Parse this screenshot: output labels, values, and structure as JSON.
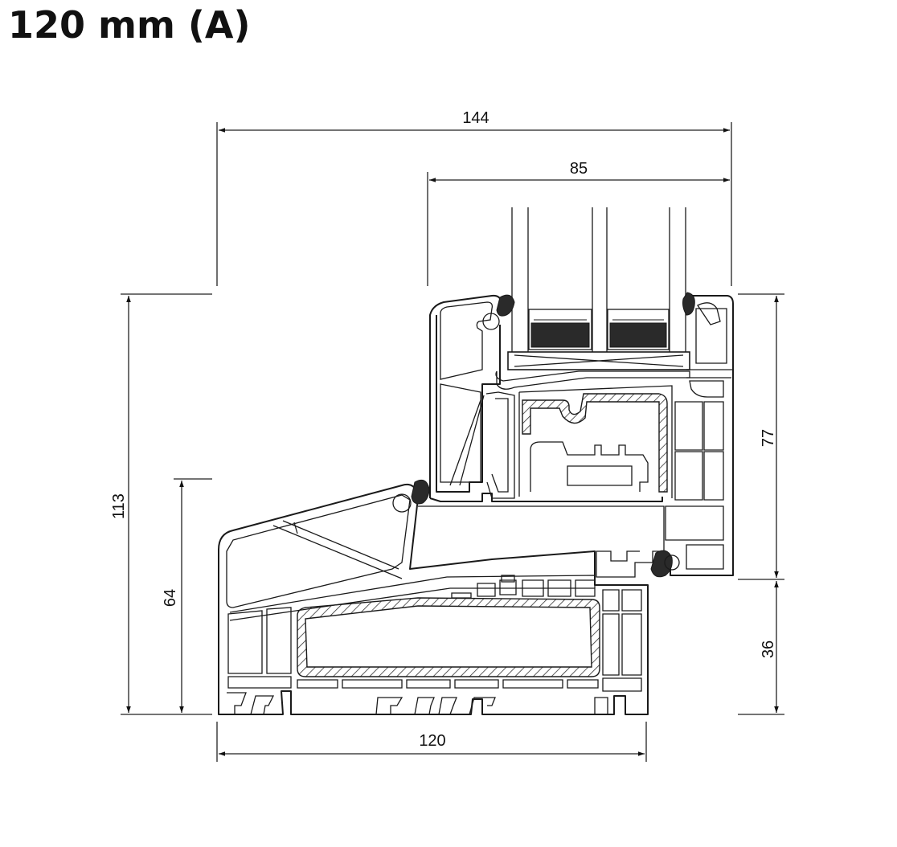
{
  "title": "120 mm (A)",
  "dimensions": {
    "overall_width": "144",
    "sash_width": "85",
    "frame_width": "120",
    "overall_height": "113",
    "frame_height": "64",
    "sash_height": "77",
    "base_height": "36"
  },
  "colors": {
    "line": "#1a1a1a",
    "hatch": "#333333",
    "background": "#ffffff"
  }
}
